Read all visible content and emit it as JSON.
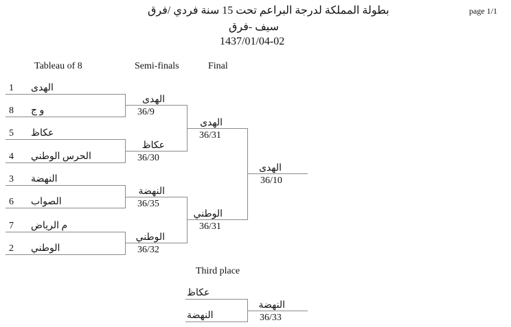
{
  "header": {
    "title": "بطولة المملكة لدرجة البراعم تحت 15 سنة فردي /فرق",
    "subtitle": "سيف -فرق",
    "date": "1437/01/04-02",
    "page": "page 1/1"
  },
  "rounds": {
    "r1": "Tableau of 8",
    "semi": "Semi-finals",
    "final": "Final",
    "third": "Third place"
  },
  "tableau": [
    {
      "seed": "1",
      "name": "الهدى"
    },
    {
      "seed": "8",
      "name": "و ج"
    },
    {
      "seed": "5",
      "name": "عكاظ"
    },
    {
      "seed": "4",
      "name": "الحرس الوطني"
    },
    {
      "seed": "3",
      "name": "النهضة"
    },
    {
      "seed": "6",
      "name": "الصواب"
    },
    {
      "seed": "7",
      "name": "م الرياض"
    },
    {
      "seed": "2",
      "name": "الوطني"
    }
  ],
  "semis": [
    {
      "name": "الهدى",
      "score": "36/9"
    },
    {
      "name": "عكاظ",
      "score": "36/30"
    },
    {
      "name": "النهضة",
      "score": "36/35"
    },
    {
      "name": "الوطني",
      "score": "36/32"
    }
  ],
  "finals": [
    {
      "name": "الهدى",
      "score": "36/31"
    },
    {
      "name": "الوطني",
      "score": "36/31"
    }
  ],
  "champion": {
    "name": "الهدى",
    "score": "36/10"
  },
  "third_place": {
    "teams": [
      "عكاظ",
      "النهضة"
    ],
    "winner": "النهضة",
    "score": "36/33"
  }
}
